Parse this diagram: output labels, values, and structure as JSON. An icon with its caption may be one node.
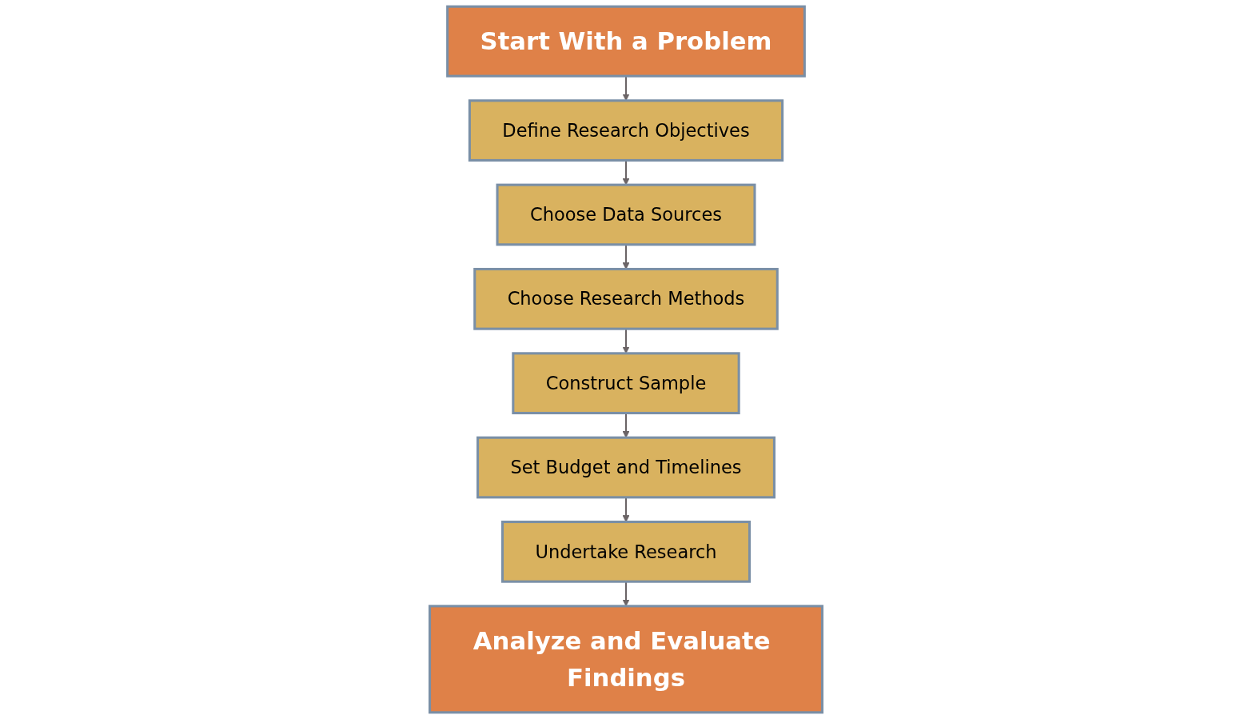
{
  "diagram": {
    "nodes": [
      {
        "text": [
          "Start With a Problem"
        ]
      },
      {
        "text": [
          "Define Research Objectives"
        ]
      },
      {
        "text": [
          "Choose Data Sources"
        ]
      },
      {
        "text": [
          "Choose Research Methods"
        ]
      },
      {
        "text": [
          "Construct Sample"
        ]
      },
      {
        "text": [
          "Set Budget and Timelines"
        ]
      },
      {
        "text": [
          "Undertake Research"
        ]
      },
      {
        "text": [
          "Analyze and Evaluate Findings"
        ]
      }
    ],
    "edges": [
      {
        "from": 0,
        "to": 1,
        "arrow": "to"
      },
      {
        "from": 1,
        "to": 2,
        "arrow": "to"
      },
      {
        "from": 2,
        "to": 3,
        "arrow": "to"
      },
      {
        "from": 3,
        "to": 4,
        "arrow": "to"
      },
      {
        "from": 4,
        "to": 5,
        "arrow": "to"
      },
      {
        "from": 5,
        "to": 6,
        "arrow": "to"
      },
      {
        "from": 6,
        "to": 7,
        "arrow": "to"
      }
    ]
  }
}
